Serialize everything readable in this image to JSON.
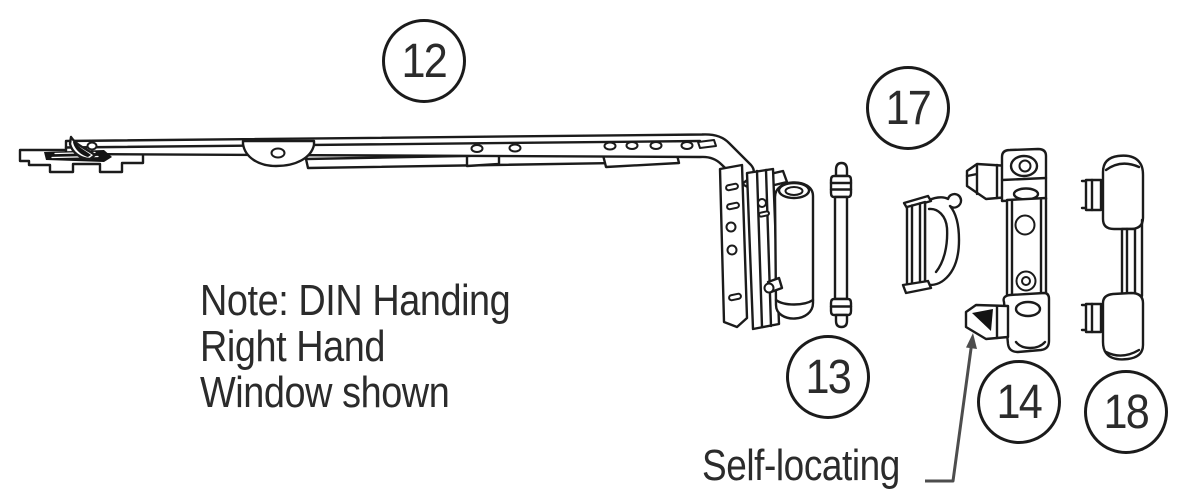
{
  "diagram": {
    "title": "Window friction hinge exploded parts diagram",
    "colors": {
      "background": "#ffffff",
      "line": "#1b1b1b",
      "text": "#2b2b2b",
      "arrow": "#4d4d4d"
    },
    "note": {
      "line1": "Note: DIN Handing",
      "line2": "Right Hand",
      "line3": "Window shown"
    },
    "annotation": {
      "label": "Self-locating"
    },
    "callouts": [
      {
        "part": "friction-stay-arm",
        "label": "12"
      },
      {
        "part": "pivot-pin",
        "label": "13"
      },
      {
        "part": "frame-bracket",
        "label": "14"
      },
      {
        "part": "clip-bush",
        "label": "17"
      },
      {
        "part": "cover-caps",
        "label": "18"
      }
    ]
  }
}
